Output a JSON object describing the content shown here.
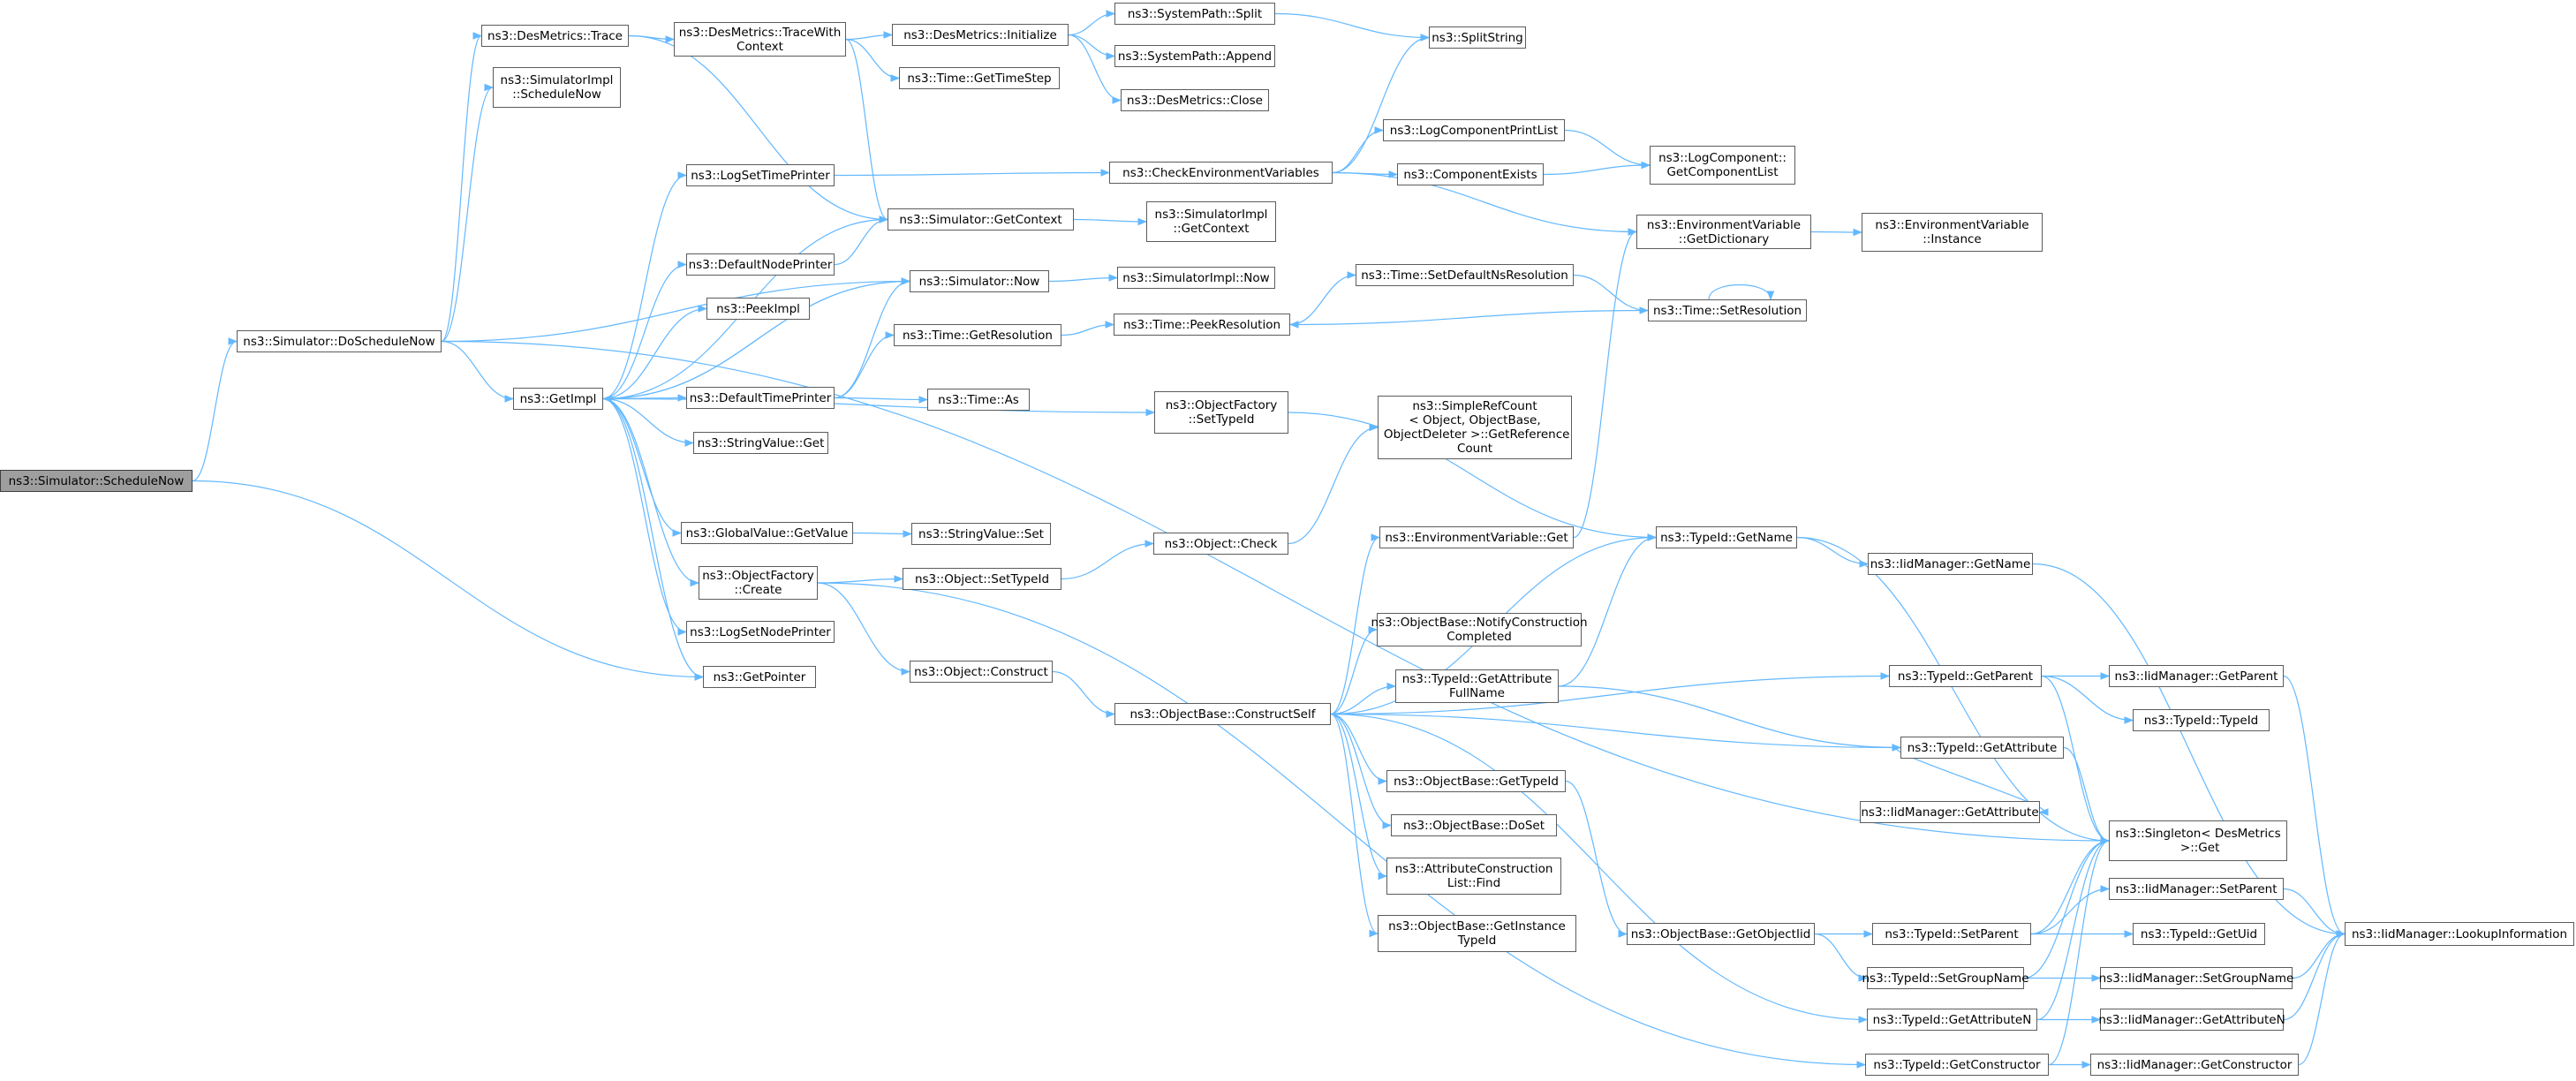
{
  "colors": {
    "edge": "#63b8ff",
    "node_border": "#5c5c5c",
    "root_fill": "#9e9e9e",
    "background": "#ffffff"
  },
  "nodes": [
    {
      "id": "n0",
      "label": "ns3::Simulator::ScheduleNow",
      "root": true
    },
    {
      "id": "n1",
      "label": "ns3::Simulator::DoScheduleNow"
    },
    {
      "id": "n2",
      "label": "ns3::DesMetrics::Trace"
    },
    {
      "id": "n3",
      "label": "ns3::SimulatorImpl\n::ScheduleNow"
    },
    {
      "id": "n4",
      "label": "ns3::GetImpl"
    },
    {
      "id": "n5",
      "label": "ns3::DesMetrics::TraceWith\nContext"
    },
    {
      "id": "n6",
      "label": "ns3::LogSetTimePrinter"
    },
    {
      "id": "n7",
      "label": "ns3::DefaultNodePrinter"
    },
    {
      "id": "n8",
      "label": "ns3::PeekImpl"
    },
    {
      "id": "n9",
      "label": "ns3::DefaultTimePrinter"
    },
    {
      "id": "n10",
      "label": "ns3::StringValue::Get"
    },
    {
      "id": "n11",
      "label": "ns3::GlobalValue::GetValue"
    },
    {
      "id": "n12",
      "label": "ns3::ObjectFactory\n::Create"
    },
    {
      "id": "n13",
      "label": "ns3::LogSetNodePrinter"
    },
    {
      "id": "n14",
      "label": "ns3::GetPointer"
    },
    {
      "id": "n15",
      "label": "ns3::DesMetrics::Initialize"
    },
    {
      "id": "n16",
      "label": "ns3::Time::GetTimeStep"
    },
    {
      "id": "n17",
      "label": "ns3::Simulator::GetContext"
    },
    {
      "id": "n18",
      "label": "ns3::Simulator::Now"
    },
    {
      "id": "n19",
      "label": "ns3::Time::GetResolution"
    },
    {
      "id": "n20",
      "label": "ns3::Time::As"
    },
    {
      "id": "n21",
      "label": "ns3::StringValue::Set"
    },
    {
      "id": "n22",
      "label": "ns3::Object::SetTypeId"
    },
    {
      "id": "n23",
      "label": "ns3::Object::Construct"
    },
    {
      "id": "n24",
      "label": "ns3::SystemPath::Split"
    },
    {
      "id": "n25",
      "label": "ns3::SystemPath::Append"
    },
    {
      "id": "n26",
      "label": "ns3::DesMetrics::Close"
    },
    {
      "id": "n27",
      "label": "ns3::CheckEnvironmentVariables"
    },
    {
      "id": "n28",
      "label": "ns3::SimulatorImpl\n::GetContext"
    },
    {
      "id": "n29",
      "label": "ns3::SimulatorImpl::Now"
    },
    {
      "id": "n30",
      "label": "ns3::Time::PeekResolution"
    },
    {
      "id": "n31",
      "label": "ns3::ObjectFactory\n::SetTypeId"
    },
    {
      "id": "n32",
      "label": "ns3::Object::Check"
    },
    {
      "id": "n33",
      "label": "ns3::ObjectBase::ConstructSelf"
    },
    {
      "id": "n34",
      "label": "ns3::SplitString"
    },
    {
      "id": "n35",
      "label": "ns3::LogComponentPrintList"
    },
    {
      "id": "n36",
      "label": "ns3::ComponentExists"
    },
    {
      "id": "n37",
      "label": "ns3::Time::SetDefaultNsResolution"
    },
    {
      "id": "n38",
      "label": "ns3::SimpleRefCount\n< Object, ObjectBase,\n ObjectDeleter >::GetReference\nCount"
    },
    {
      "id": "n39",
      "label": "ns3::EnvironmentVariable::Get"
    },
    {
      "id": "n40",
      "label": "ns3::ObjectBase::NotifyConstruction\nCompleted"
    },
    {
      "id": "n41",
      "label": "ns3::TypeId::GetAttribute\nFullName"
    },
    {
      "id": "n42",
      "label": "ns3::ObjectBase::GetTypeId"
    },
    {
      "id": "n43",
      "label": "ns3::ObjectBase::DoSet"
    },
    {
      "id": "n44",
      "label": "ns3::AttributeConstruction\nList::Find"
    },
    {
      "id": "n45",
      "label": "ns3::ObjectBase::GetInstance\nTypeId"
    },
    {
      "id": "n46",
      "label": "ns3::LogComponent::\nGetComponentList"
    },
    {
      "id": "n47",
      "label": "ns3::EnvironmentVariable\n::GetDictionary"
    },
    {
      "id": "n48",
      "label": "ns3::Time::SetResolution"
    },
    {
      "id": "n49",
      "label": "ns3::TypeId::GetName"
    },
    {
      "id": "n50",
      "label": "ns3::TypeId::GetParent"
    },
    {
      "id": "n51",
      "label": "ns3::TypeId::GetAttribute"
    },
    {
      "id": "n52",
      "label": "ns3::ObjectBase::GetObjectIid"
    },
    {
      "id": "n53",
      "label": "ns3::TypeId::SetParent"
    },
    {
      "id": "n54",
      "label": "ns3::TypeId::SetGroupName"
    },
    {
      "id": "n55",
      "label": "ns3::TypeId::GetAttributeN"
    },
    {
      "id": "n56",
      "label": "ns3::TypeId::GetConstructor"
    },
    {
      "id": "n57",
      "label": "ns3::EnvironmentVariable\n::Instance"
    },
    {
      "id": "n58",
      "label": "ns3::IidManager::GetName"
    },
    {
      "id": "n59",
      "label": "ns3::IidManager::GetParent"
    },
    {
      "id": "n60",
      "label": "ns3::TypeId::TypeId"
    },
    {
      "id": "n61",
      "label": "ns3::IidManager::GetAttribute"
    },
    {
      "id": "n62",
      "label": "ns3::Singleton< DesMetrics\n >::Get"
    },
    {
      "id": "n63",
      "label": "ns3::IidManager::SetParent"
    },
    {
      "id": "n64",
      "label": "ns3::TypeId::GetUid"
    },
    {
      "id": "n65",
      "label": "ns3::IidManager::SetGroupName"
    },
    {
      "id": "n66",
      "label": "ns3::IidManager::GetAttributeN"
    },
    {
      "id": "n67",
      "label": "ns3::IidManager::GetConstructor"
    },
    {
      "id": "n68",
      "label": "ns3::IidManager::LookupInformation"
    }
  ],
  "edges": [
    [
      "n0",
      "n1"
    ],
    [
      "n0",
      "n14"
    ],
    [
      "n1",
      "n2"
    ],
    [
      "n1",
      "n3"
    ],
    [
      "n1",
      "n4"
    ],
    [
      "n1",
      "n18"
    ],
    [
      "n1",
      "n62"
    ],
    [
      "n2",
      "n5"
    ],
    [
      "n2",
      "n17"
    ],
    [
      "n5",
      "n15"
    ],
    [
      "n5",
      "n16"
    ],
    [
      "n5",
      "n17"
    ],
    [
      "n15",
      "n24"
    ],
    [
      "n15",
      "n25"
    ],
    [
      "n15",
      "n26"
    ],
    [
      "n24",
      "n34"
    ],
    [
      "n4",
      "n6"
    ],
    [
      "n4",
      "n7"
    ],
    [
      "n4",
      "n8"
    ],
    [
      "n4",
      "n9"
    ],
    [
      "n4",
      "n10"
    ],
    [
      "n4",
      "n11"
    ],
    [
      "n4",
      "n12"
    ],
    [
      "n4",
      "n13"
    ],
    [
      "n4",
      "n14"
    ],
    [
      "n4",
      "n17"
    ],
    [
      "n4",
      "n18"
    ],
    [
      "n4",
      "n31"
    ],
    [
      "n6",
      "n27"
    ],
    [
      "n7",
      "n17"
    ],
    [
      "n9",
      "n18"
    ],
    [
      "n9",
      "n19"
    ],
    [
      "n9",
      "n20"
    ],
    [
      "n11",
      "n21"
    ],
    [
      "n12",
      "n22"
    ],
    [
      "n12",
      "n23"
    ],
    [
      "n12",
      "n56"
    ],
    [
      "n17",
      "n28"
    ],
    [
      "n18",
      "n29"
    ],
    [
      "n18",
      "n4"
    ],
    [
      "n19",
      "n30"
    ],
    [
      "n22",
      "n32"
    ],
    [
      "n23",
      "n33"
    ],
    [
      "n27",
      "n34"
    ],
    [
      "n27",
      "n35"
    ],
    [
      "n27",
      "n36"
    ],
    [
      "n27",
      "n47"
    ],
    [
      "n30",
      "n37"
    ],
    [
      "n31",
      "n49"
    ],
    [
      "n32",
      "n38"
    ],
    [
      "n33",
      "n39"
    ],
    [
      "n33",
      "n40"
    ],
    [
      "n33",
      "n41"
    ],
    [
      "n33",
      "n42"
    ],
    [
      "n33",
      "n43"
    ],
    [
      "n33",
      "n44"
    ],
    [
      "n33",
      "n45"
    ],
    [
      "n33",
      "n49"
    ],
    [
      "n33",
      "n50"
    ],
    [
      "n33",
      "n51"
    ],
    [
      "n33",
      "n55"
    ],
    [
      "n35",
      "n46"
    ],
    [
      "n36",
      "n46"
    ],
    [
      "n37",
      "n48"
    ],
    [
      "n39",
      "n47"
    ],
    [
      "n41",
      "n49"
    ],
    [
      "n41",
      "n51"
    ],
    [
      "n42",
      "n52"
    ],
    [
      "n47",
      "n57"
    ],
    [
      "n48",
      "n30"
    ],
    [
      "n48",
      "n48"
    ],
    [
      "n49",
      "n58"
    ],
    [
      "n49",
      "n62"
    ],
    [
      "n50",
      "n59"
    ],
    [
      "n50",
      "n60"
    ],
    [
      "n50",
      "n62"
    ],
    [
      "n51",
      "n61"
    ],
    [
      "n51",
      "n62"
    ],
    [
      "n52",
      "n53"
    ],
    [
      "n52",
      "n54"
    ],
    [
      "n53",
      "n62"
    ],
    [
      "n53",
      "n63"
    ],
    [
      "n53",
      "n64"
    ],
    [
      "n54",
      "n62"
    ],
    [
      "n54",
      "n65"
    ],
    [
      "n55",
      "n62"
    ],
    [
      "n55",
      "n66"
    ],
    [
      "n56",
      "n62"
    ],
    [
      "n56",
      "n67"
    ],
    [
      "n58",
      "n68"
    ],
    [
      "n59",
      "n68"
    ],
    [
      "n63",
      "n68"
    ],
    [
      "n65",
      "n68"
    ],
    [
      "n66",
      "n68"
    ],
    [
      "n67",
      "n68"
    ]
  ]
}
